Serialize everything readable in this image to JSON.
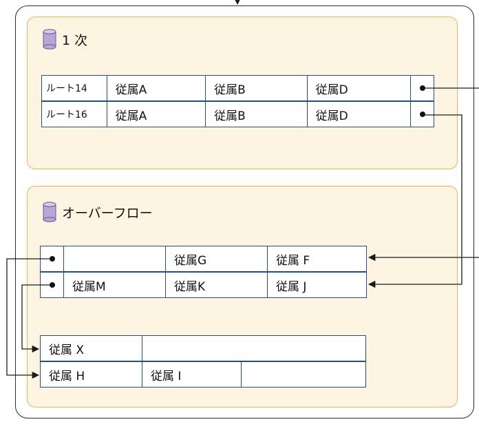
{
  "primary": {
    "title": "1 次",
    "rows": [
      {
        "root": "ルート14",
        "a": "従属A",
        "b": "従属B",
        "d": "従属D"
      },
      {
        "root": "ルート16",
        "a": "従属A",
        "b": "従属B",
        "d": "従属D"
      }
    ]
  },
  "overflow": {
    "title": "オーバーフロー",
    "block1": [
      {
        "c1": "",
        "c2": "従属G",
        "c3": "従属 F"
      },
      {
        "c1": "従属M",
        "c2": "従属K",
        "c3": "従属 J"
      }
    ],
    "block2": [
      {
        "c1": "従属 X",
        "c2": "",
        "c3": ""
      },
      {
        "c1": "従属 H",
        "c2": "従属 I",
        "c3": ""
      }
    ]
  },
  "colors": {
    "panel_fill": "#fdf4e1",
    "panel_border": "#e6b75a",
    "table_border": "#1f4e8c",
    "line": "#1a1a1a"
  },
  "icons": {
    "database": "database-cylinder-icon",
    "pointer": "pointer-dot-icon",
    "arrow": "arrowhead-icon"
  }
}
